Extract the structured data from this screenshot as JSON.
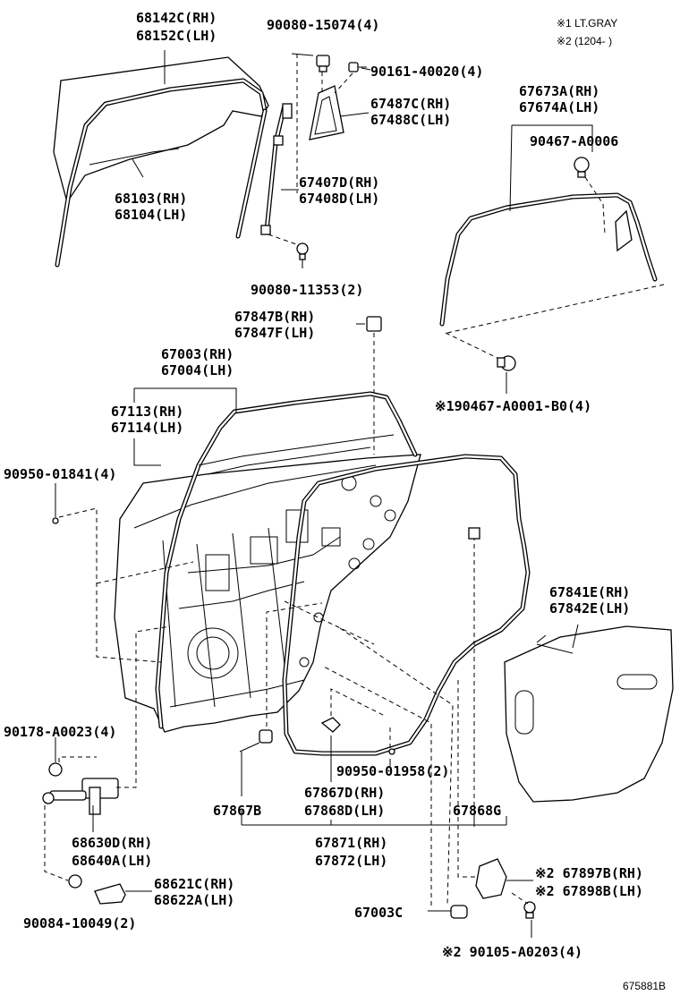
{
  "notes": {
    "note1": "※1 LT.GRAY",
    "note2": "※2 (1204-      )"
  },
  "labels": {
    "p68142c": "68142C(RH)",
    "p68152c": "68152C(LH)",
    "p90080_15074": "90080-15074(4)",
    "p90161_40020": "90161-40020(4)",
    "p67487c": "67487C(RH)",
    "p67488c": "67488C(LH)",
    "p67673a": "67673A(RH)",
    "p67674a": "67674A(LH)",
    "p90467_a0006": "90467-A0006",
    "p67407d": "67407D(RH)",
    "p67408d": "67408D(LH)",
    "p68103": "68103(RH)",
    "p68104": "68104(LH)",
    "p90080_11353": "90080-11353(2)",
    "p67847b": "67847B(RH)",
    "p67847f": "67847F(LH)",
    "p67003": "67003(RH)",
    "p67004": "67004(LH)",
    "p67113": "67113(RH)",
    "p67114": "67114(LH)",
    "p90467_a0001": "※190467-A0001-B0(4)",
    "p90950_01841": "90950-01841(4)",
    "p67841e": "67841E(RH)",
    "p67842e": "67842E(LH)",
    "p90178_a0023": "90178-A0023(4)",
    "p90950_01958": "90950-01958(2)",
    "p67867b": "67867B",
    "p67867d": "67867D(RH)",
    "p67868d": "67868D(LH)",
    "p67868g": "67868G",
    "p68630d": "68630D(RH)",
    "p68640a": "68640A(LH)",
    "p67871": "67871(RH)",
    "p67872": "67872(LH)",
    "p68621c": "68621C(RH)",
    "p68622a": "68622A(LH)",
    "p67897b": "※2 67897B(RH)",
    "p67898b": "※2 67898B(LH)",
    "p90084_10049": "90084-10049(2)",
    "p67003c": "67003C",
    "p90105_a0203": "※2 90105-A0203(4)"
  },
  "footer": {
    "diagram_id": "675881B"
  }
}
